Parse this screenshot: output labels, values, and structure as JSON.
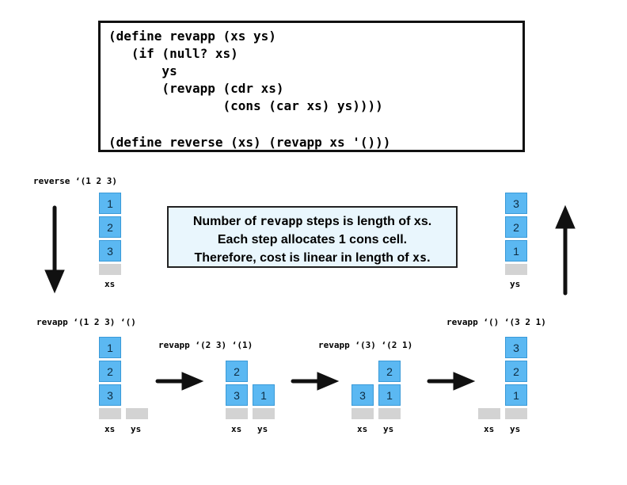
{
  "code": {
    "lines": [
      "(define revapp (xs ys)",
      "   (if (null? xs)",
      "       ys",
      "       (revapp (cdr xs)",
      "               (cons (car xs) ys))))",
      "",
      "(define reverse (xs) (revapp xs '()))"
    ]
  },
  "info": {
    "line1_pre": "Number of ",
    "line1_code": "revapp",
    "line1_post": " steps is length of xs.",
    "line2": "Each step allocates 1 cons cell.",
    "line3_pre": "Therefore, cost is linear in length of ",
    "line3_code": "xs",
    "line3_post": "."
  },
  "labels": {
    "reverse_call": "reverse ‘(1 2 3)",
    "step0": "revapp ‘(1 2 3) ‘()",
    "step1": "revapp ‘(2 3) ‘(1)",
    "step2": "revapp ‘(3) ‘(2 1)",
    "step3": "revapp ‘() ‘(3 2 1)",
    "xs": "xs",
    "ys": "ys"
  },
  "cells": {
    "top_xs": [
      "1",
      "2",
      "3"
    ],
    "top_ys": [
      "3",
      "2",
      "1"
    ],
    "s0_xs": [
      "1",
      "2",
      "3"
    ],
    "s1_xs": [
      "2",
      "3"
    ],
    "s1_ys": [
      "1"
    ],
    "s2_xs": [
      "3"
    ],
    "s2_ys": [
      "2",
      "1"
    ],
    "s3_ys": [
      "3",
      "2",
      "1"
    ]
  },
  "colors": {
    "cell": "#5bb8f2",
    "nil": "#d3d3d3",
    "info_bg": "#e9f6fd"
  }
}
